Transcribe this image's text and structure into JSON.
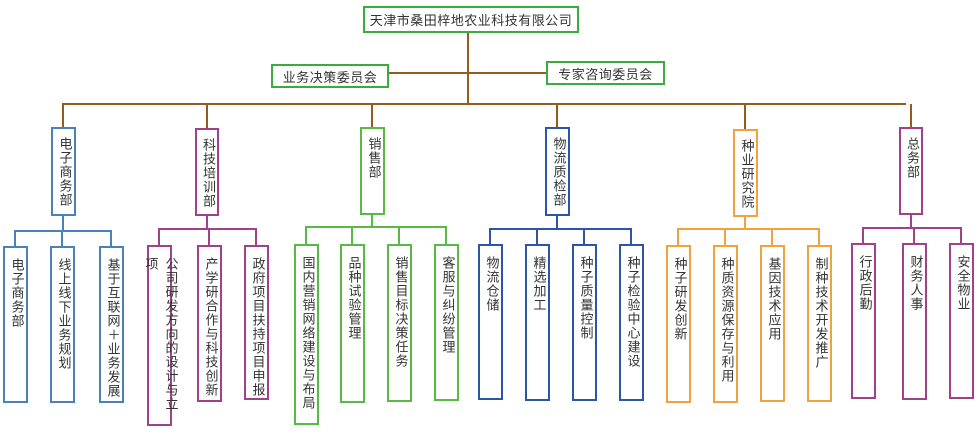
{
  "title": "天津市桑田梓地农业科技有限公司",
  "colors": {
    "trunk": "#9a5a1e",
    "root_border": "#3daa3d",
    "committee_border": "#3daa3d"
  },
  "committees": [
    {
      "label": "业务决策委员会",
      "side": "left"
    },
    {
      "label": "专家咨询委员会",
      "side": "right"
    }
  ],
  "departments": [
    {
      "label": "电子商务部",
      "color": "#4a7fc0",
      "children": [
        "电子商务部",
        "线上线下业务规划",
        "基于互联网＋业务发展"
      ]
    },
    {
      "label": "科技培训部",
      "color": "#a3408a",
      "children": [
        "公司研发方向的设计与立项",
        "产学研合作与科技创新",
        "政府项目扶持项目申报"
      ]
    },
    {
      "label": "销售部",
      "color": "#55bb44",
      "children": [
        "国内营销网络建设与布局",
        "品种试验管理",
        "销售目标决策任务",
        "客服与纠纷管理"
      ]
    },
    {
      "label": "物流质检部",
      "color": "#2c55a8",
      "children": [
        "物流仓储",
        "精选加工",
        "种子质量控制",
        "种子检验中心建设"
      ]
    },
    {
      "label": "种业研究院",
      "color": "#f0a33c",
      "children": [
        "种子研发创新",
        "种质资源保存与利用",
        "基因技术应用",
        "制种技术开发推广"
      ]
    },
    {
      "label": "总务部",
      "color": "#a3408a",
      "children": [
        "行政后勤",
        "财务人事",
        "安全物业"
      ]
    }
  ]
}
